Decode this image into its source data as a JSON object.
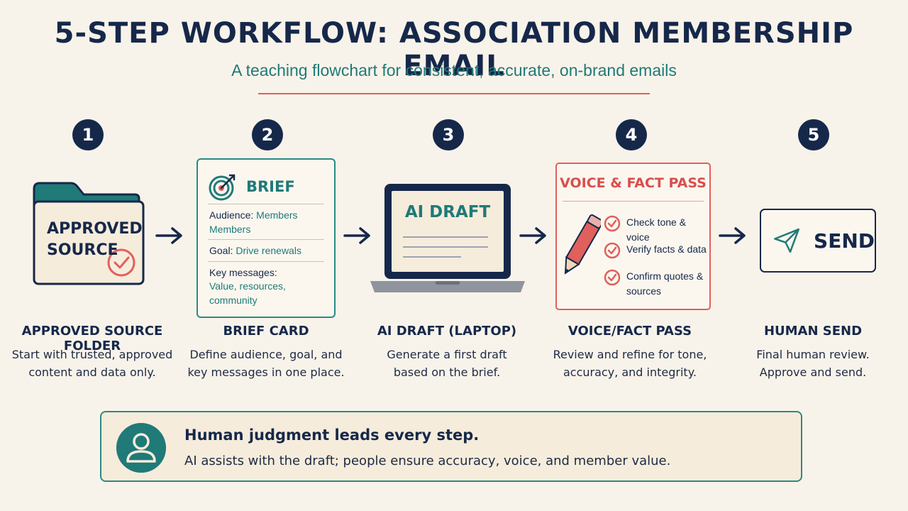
{
  "header": {
    "title": "5-STEP WORKFLOW: ASSOCIATION MEMBERSHIP EMAIL",
    "subtitle": "A teaching flowchart for consistent, accurate, on-brand emails"
  },
  "colors": {
    "navy": "#16284a",
    "teal": "#1f7a78",
    "coral": "#e0605c",
    "background": "#f8f3ea"
  },
  "steps": [
    {
      "number": "1",
      "title": "APPROVED SOURCE FOLDER",
      "desc_line1": "Start with trusted, approved",
      "desc_line2": "content and data only.",
      "icon": "folder-icon"
    },
    {
      "number": "2",
      "title": "BRIEF CARD",
      "desc_line1": "Define audience, goal, and",
      "desc_line2": "key messages in one place.",
      "icon": "target-icon"
    },
    {
      "number": "3",
      "title": "AI DRAFT (LAPTOP)",
      "desc_line1": "Generate a first draft",
      "desc_line2": "based on the brief.",
      "icon": "laptop-icon"
    },
    {
      "number": "4",
      "title": "VOICE/FACT PASS",
      "desc_line1": "Review and refine for tone,",
      "desc_line2": "accuracy, and integrity.",
      "icon": "pencil-icon"
    },
    {
      "number": "5",
      "title": "HUMAN SEND",
      "desc_line1": "Final human review.",
      "desc_line2": "Approve and send.",
      "icon": "paper-plane-icon"
    }
  ],
  "folder": {
    "label_line1": "APPROVED",
    "label_line2": "SOURCE"
  },
  "brief": {
    "heading": "BRIEF",
    "audience_key": "Audience:",
    "audience_value_1": "Members",
    "audience_value_2": "Members",
    "goal_key": "Goal:",
    "goal_value": "Drive renewals",
    "messages_key": "Key messages:",
    "messages_value_1": "Value, resources,",
    "messages_value_2": "community"
  },
  "laptop": {
    "label": "AI DRAFT"
  },
  "voice": {
    "heading": "VOICE & FACT PASS",
    "checks": [
      "Check tone & voice",
      "Verify facts & data",
      "Confirm quotes & sources"
    ]
  },
  "send": {
    "label": "SEND"
  },
  "banner": {
    "heading": "Human judgment leads every step.",
    "text": "AI assists with the draft; people ensure accuracy, voice, and member value.",
    "icon": "person-icon"
  }
}
